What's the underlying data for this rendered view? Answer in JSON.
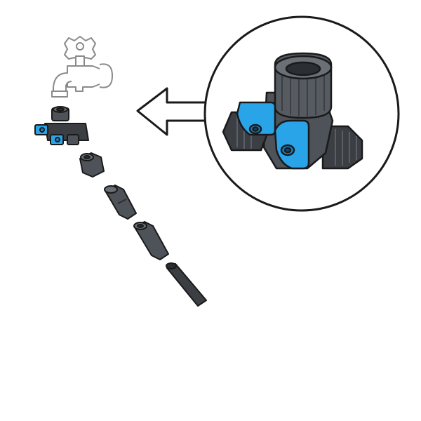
{
  "illustration": {
    "subject": "hose-splitter-assembly",
    "colors": {
      "background": "#ffffff",
      "outline": "#1a1a1a",
      "plastic_dark": "#3b3f44",
      "plastic_mid": "#4e535a",
      "plastic_light": "#6b7077",
      "valve_blue": "#2aa4e8",
      "valve_blue_dark": "#1a7fc0",
      "faucet_fill": "#ffffff",
      "faucet_line": "#8a8a8a"
    },
    "parts": [
      "faucet",
      "y-splitter",
      "hose-adapter",
      "tubing-adapter",
      "compression-fitting",
      "tubing"
    ],
    "callout": "zoomed-y-splitter"
  }
}
